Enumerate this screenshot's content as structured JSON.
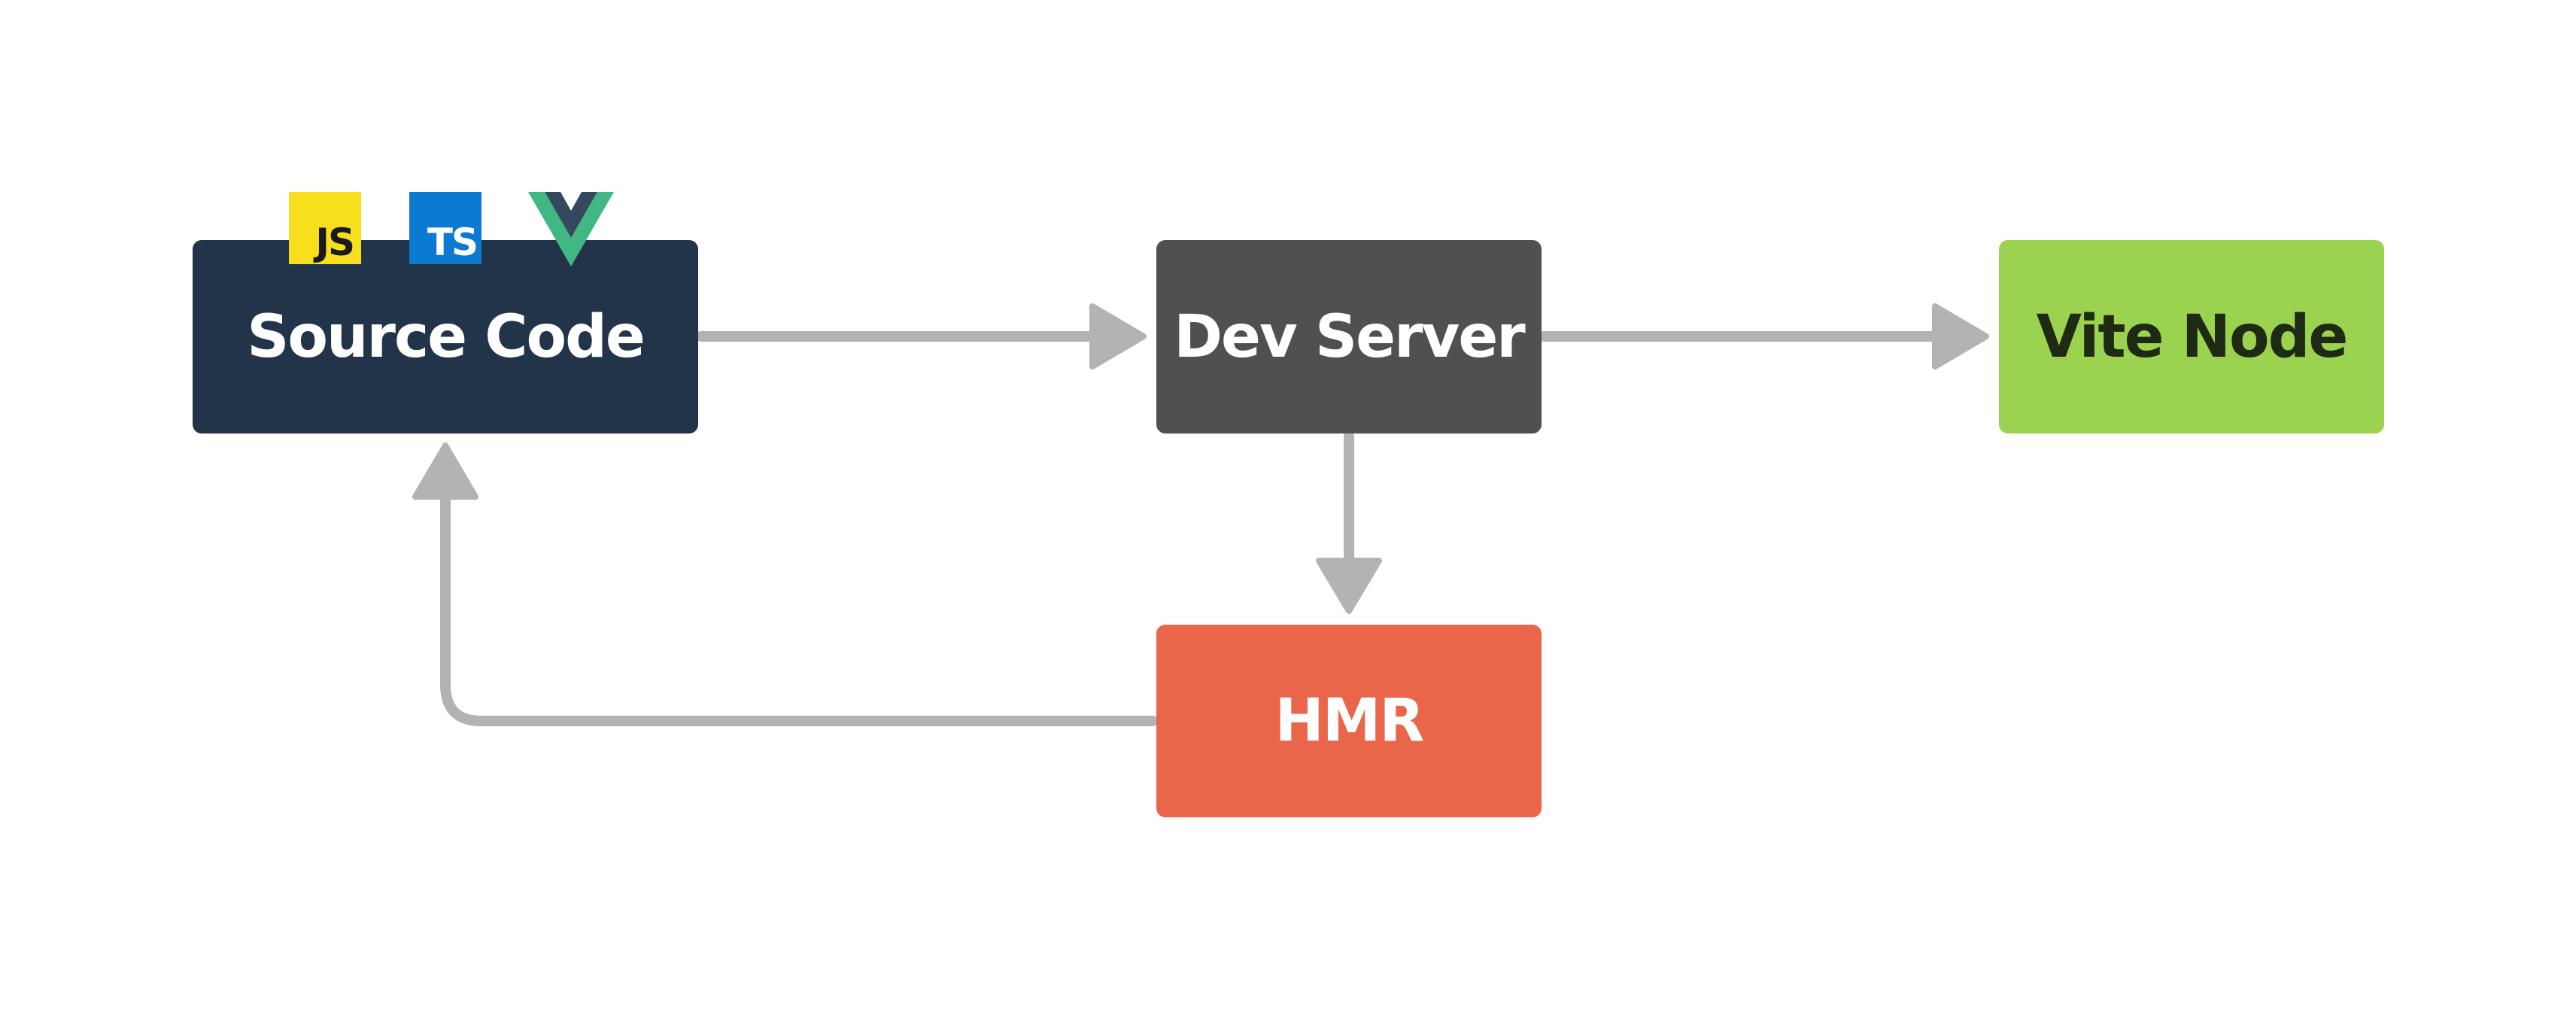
{
  "nodes": {
    "source_code": {
      "label": "Source Code",
      "color": "#22344a",
      "text_color": "#ffffff"
    },
    "dev_server": {
      "label": "Dev Server",
      "color": "#505050",
      "text_color": "#ffffff"
    },
    "vite_node": {
      "label": "Vite Node",
      "color": "#9bd350",
      "text_color": "#1f2a14"
    },
    "hmr": {
      "label": "HMR",
      "color": "#e9664a",
      "text_color": "#ffffff"
    }
  },
  "badges": {
    "js": {
      "label": "JS",
      "icon": "javascript-logo-icon",
      "color": "#f7df1e",
      "text_color": "#1a1a1a"
    },
    "ts": {
      "label": "TS",
      "icon": "typescript-logo-icon",
      "color": "#0b7ad0",
      "text_color": "#ffffff"
    },
    "vue": {
      "icon": "vue-logo-icon",
      "outer_color": "#41b883",
      "inner_color": "#34495e"
    }
  },
  "edges": [
    {
      "from": "Source Code",
      "to": "Dev Server"
    },
    {
      "from": "Dev Server",
      "to": "Vite Node"
    },
    {
      "from": "Dev Server",
      "to": "HMR"
    },
    {
      "from": "HMR",
      "to": "Source Code"
    }
  ],
  "arrow_color": "#b3b3b3"
}
